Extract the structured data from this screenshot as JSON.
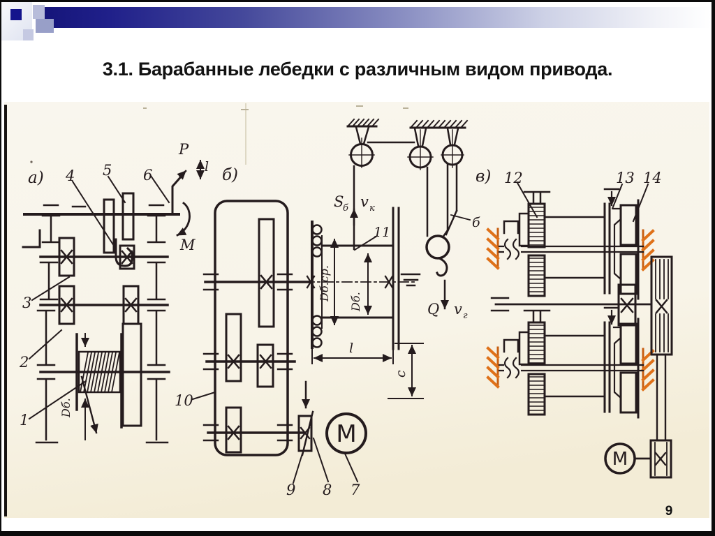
{
  "slide": {
    "title": "3.1. Барабанные лебедки с различным видом привода.",
    "page_number": "9"
  },
  "figure": {
    "section_labels": {
      "a": "а)",
      "b": "б)",
      "v": "в)"
    },
    "part_numbers": {
      "n1": "1",
      "n2": "2",
      "n3": "3",
      "n4": "4",
      "n5": "5",
      "n6": "6",
      "n7": "7",
      "n8": "8",
      "n9": "9",
      "n10": "10",
      "n11": "11",
      "n12": "12",
      "n13": "13",
      "n14": "14"
    },
    "dimensions": {
      "drum_diameter": "Dб.",
      "drum_mean_diameter": "Dб.ср.",
      "drum_length": "l",
      "axis_height": "c"
    },
    "kinematics": {
      "crank_force": "P",
      "crank_stroke": "l",
      "torque": "M",
      "rope_tension": "S",
      "rope_tension_sub": "б",
      "rope_speed": "v",
      "rope_speed_sub": "к",
      "load": "Q",
      "load_speed": "v",
      "load_speed_sub": "г",
      "rope_pointer": "б",
      "motor_letter": "М"
    }
  },
  "colors": {
    "accent_navy": "#14148C",
    "scan_paper": "#F8F4E8",
    "ink": "#241B1D",
    "anchor_hatch_orange": "#DF7119"
  }
}
